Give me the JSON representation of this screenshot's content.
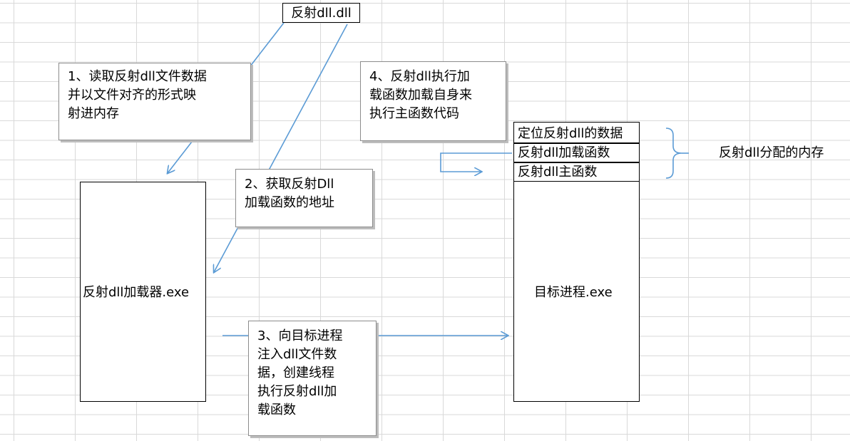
{
  "title_box": "反射dll.dll",
  "loader_box": "反射dll加载器.exe",
  "target_box": "目标进程.exe",
  "memory_rows": [
    "定位反射dll的数据",
    "反射dll加载函数",
    "反射dll主函数"
  ],
  "memory_label": "反射dll分配的内存",
  "notes": {
    "step1": "1、读取反射dll文件数据\n并以文件对齐的形式映\n射进内存",
    "step2": "2、获取反射Dll\n加载函数的地址",
    "step3": "3、向目标进程\n注入dll文件数\n据，创建线程\n执行反射dll加\n载函数",
    "step4": "4、反射dll执行加\n载函数加载自身来\n执行主函数代码"
  },
  "colors": {
    "arrow": "#5b9bd5",
    "border": "#000000",
    "gridline": "#d9d9d9"
  }
}
